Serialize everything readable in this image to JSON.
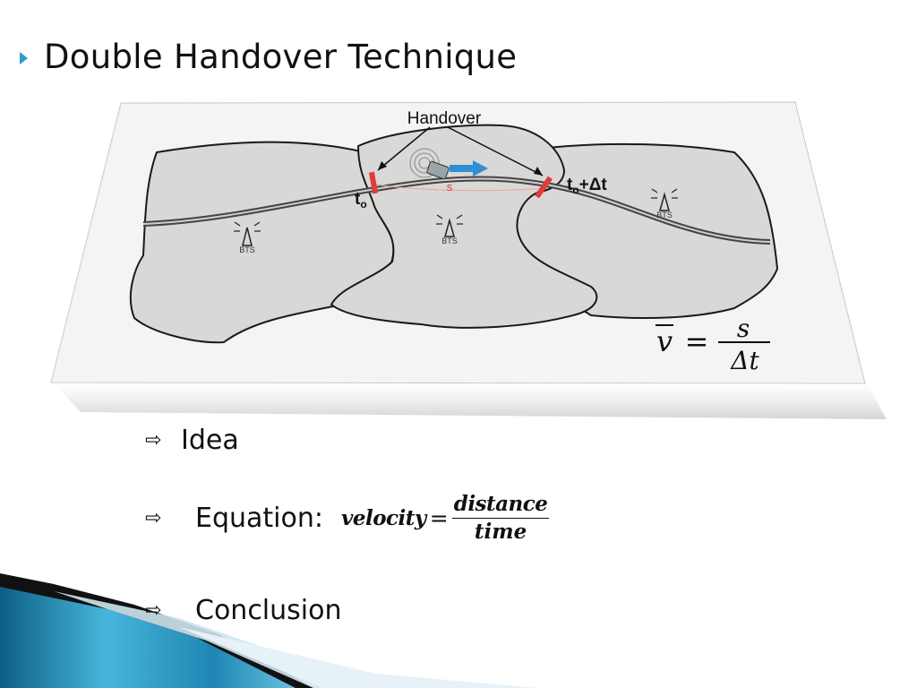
{
  "slide": {
    "title": "Double Handover Technique"
  },
  "diagram": {
    "handover_label": "Handover",
    "t0_label": "t",
    "t0_sub": "o",
    "t1_label": "t",
    "t1_sub": "o",
    "t1_suffix": "+Δt",
    "distance_label": "s",
    "bts_label": "BTS",
    "formula": {
      "lhs": "v",
      "eq": "=",
      "num": "s",
      "den": "Δt"
    },
    "colors": {
      "cell_fill": "#d8d8d6",
      "cell_stroke": "#1a1a1a",
      "road": "#555555",
      "handover_mark": "#e03a3a",
      "phone_arrow": "#2e8fd6"
    }
  },
  "bullets": {
    "idea": "Idea",
    "equation": "Equation:",
    "conclusion": "Conclusion",
    "arrow_glyph": "⇨"
  },
  "equation_formula": {
    "lhs": "velocity",
    "eq": "=",
    "num": "distance",
    "den": "time"
  },
  "decor": {
    "accent": "#2e9ec8"
  }
}
